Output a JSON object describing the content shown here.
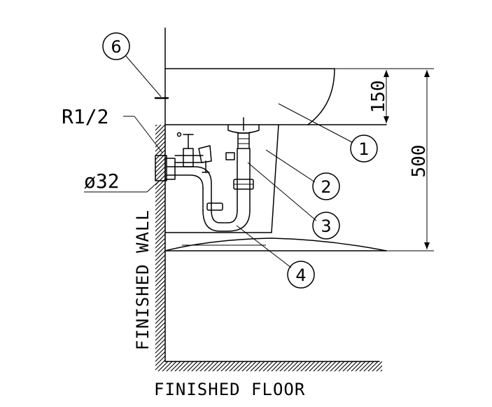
{
  "labels": {
    "wall": "FINISHED WALL",
    "floor": "FINISHED FLOOR",
    "thread": "R1/2",
    "diameter": "ø32"
  },
  "dimensions": {
    "overflow": "150",
    "height": "500"
  },
  "callouts": [
    "1",
    "2",
    "3",
    "4",
    "6"
  ]
}
